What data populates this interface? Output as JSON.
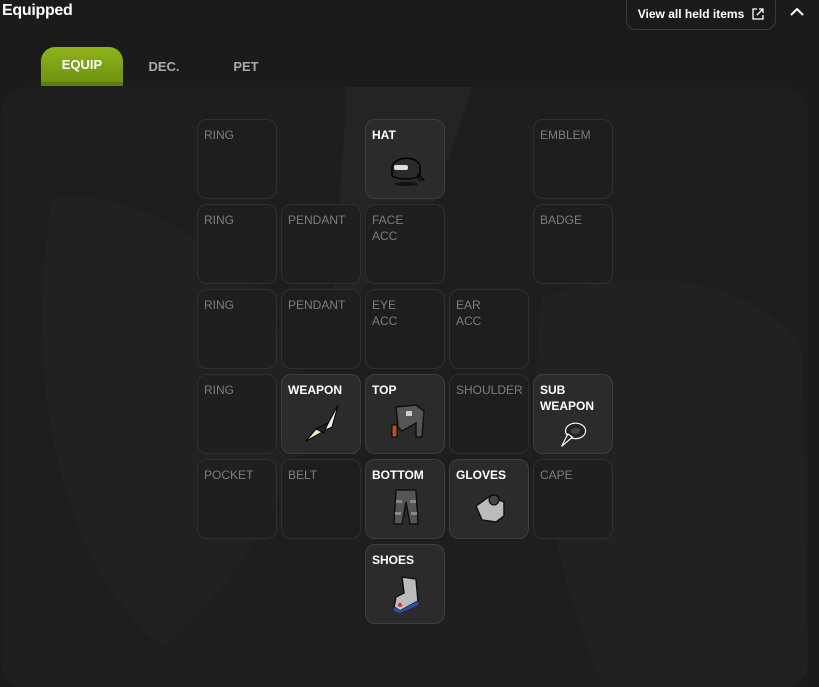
{
  "header": {
    "title": "Equipped",
    "view_all_label": "View all held items"
  },
  "tabs": [
    {
      "label": "EQUIP",
      "active": true
    },
    {
      "label": "DEC.",
      "active": false
    },
    {
      "label": "PET",
      "active": false
    }
  ],
  "accent_color": "#8fb31a",
  "slots": {
    "ring1": "RING",
    "hat": "HAT",
    "emblem": "EMBLEM",
    "ring2": "RING",
    "pendant1": "PENDANT",
    "face_acc": "FACE\nACC",
    "badge": "BADGE",
    "ring3": "RING",
    "pendant2": "PENDANT",
    "eye_acc": "EYE\nACC",
    "ear_acc": "EAR\nACC",
    "ring4": "RING",
    "weapon": "WEAPON",
    "top": "TOP",
    "shoulder": "SHOULDER",
    "sub_weapon": "SUB\nWEAPON",
    "pocket": "POCKET",
    "belt": "BELT",
    "bottom": "BOTTOM",
    "gloves": "GLOVES",
    "cape": "CAPE",
    "shoes": "SHOES"
  }
}
